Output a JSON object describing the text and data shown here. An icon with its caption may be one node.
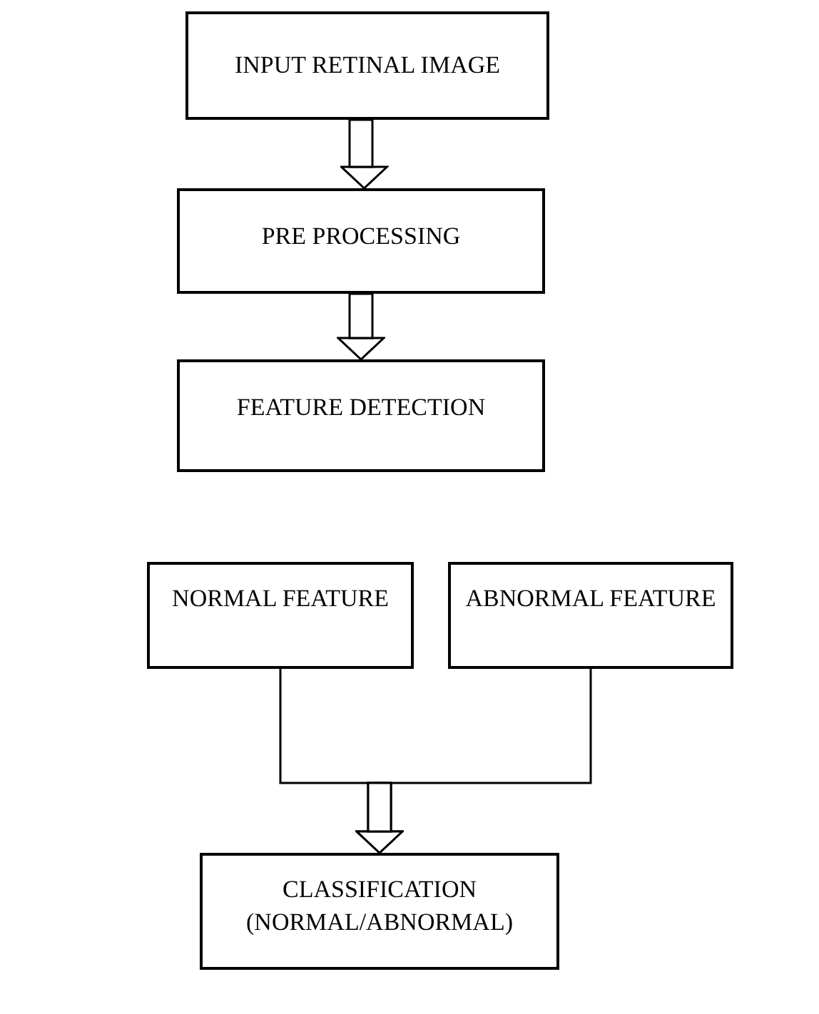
{
  "diagram": {
    "nodes": [
      {
        "text": [
          "INPUT RETINAL IMAGE"
        ]
      },
      {
        "text": [
          "PRE PROCESSING"
        ]
      },
      {
        "text": [
          "FEATURE DETECTION"
        ]
      },
      {
        "text": [
          "NORMAL FEATURE"
        ]
      },
      {
        "text": [
          "ABNORMAL FEATURE"
        ]
      },
      {
        "text": [
          "CLASSIFICATION (NORMAL/ABNORMAL)"
        ]
      }
    ],
    "edges": [
      {
        "from": 0,
        "to": 1,
        "arrow": "to"
      },
      {
        "from": 1,
        "to": 2,
        "arrow": "to"
      },
      {
        "from": 3,
        "to": 5,
        "arrow": "to"
      },
      {
        "from": 4,
        "to": 5,
        "arrow": "to"
      }
    ]
  }
}
